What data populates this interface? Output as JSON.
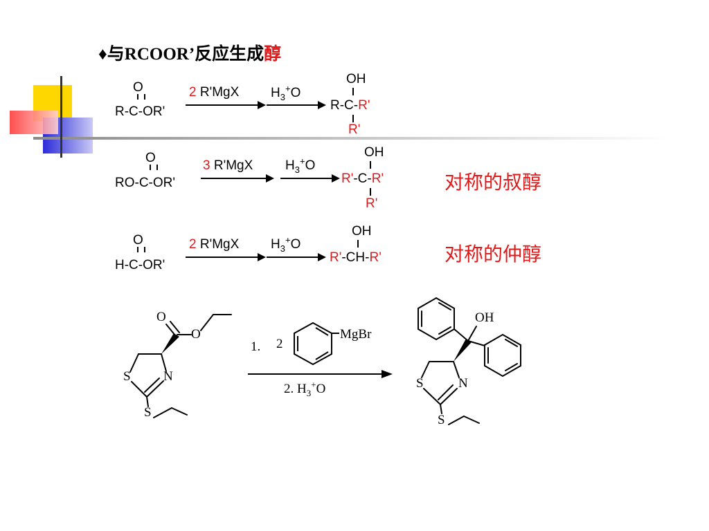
{
  "title": {
    "bullet": "♦",
    "prefix": "与RCOOR’反应生成",
    "highlight": "醇"
  },
  "colors": {
    "accent": "#e01a1a",
    "deco_yellow": "#ffd700",
    "deco_blue": "#2b2bd9",
    "deco_red": "#ff3b3b"
  },
  "reactions": [
    {
      "reactant_top": "O",
      "reactant_bottom": "R-C-OR'",
      "reagent_count": "2",
      "reagent": " R'MgX",
      "workup_main": "H",
      "workup_sub": "3",
      "workup_sup": "+",
      "workup_end": "O",
      "product_top": "OH",
      "product_mid_a": "R-C-",
      "product_mid_b": "R'",
      "product_bottom": "R'"
    },
    {
      "reactant_top": "O",
      "reactant_bottom": "RO-C-OR'",
      "reagent_count": "3",
      "reagent": " R'MgX",
      "workup_main": "H",
      "workup_sub": "3",
      "workup_sup": "+",
      "workup_end": "O",
      "product_top": "OH",
      "product_mid_a": "R'",
      "product_mid_b": "-C-",
      "product_mid_c": "R'",
      "product_bottom": "R'",
      "note": "对称的叔醇"
    },
    {
      "reactant_top": "O",
      "reactant_bottom": "H-C-OR'",
      "reagent_count": "2",
      "reagent": " R'MgX",
      "workup_main": "H",
      "workup_sub": "3",
      "workup_sup": "+",
      "workup_end": "O",
      "product_top": "OH",
      "product_mid_a": "R'",
      "product_mid_b": "-CH-",
      "product_mid_c": "R'",
      "note": "对称的仲醇"
    }
  ],
  "example": {
    "reactant_atoms": {
      "o_carbonyl": "O",
      "o_ester": "O",
      "s_ring": "S",
      "n_ring": "N",
      "s_sub": "S"
    },
    "step1_label": "1.",
    "step1_count": "2",
    "grignard": "MgBr",
    "step2_label": "2. H",
    "step2_sub": "3",
    "step2_sup": "+",
    "step2_end": "O",
    "product_atoms": {
      "oh": "OH",
      "s_ring": "S",
      "n_ring": "N",
      "s_sub": "S"
    }
  }
}
